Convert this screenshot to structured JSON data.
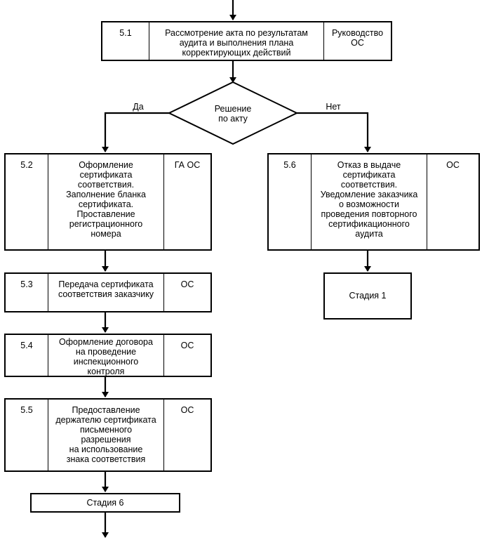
{
  "steps": {
    "s51": {
      "num": "5.1",
      "text": "Рассмотрение акта по результатам\nаудита и выполнения плана\nкорректирующих действий",
      "resp": "Руководство\nОС"
    },
    "s52": {
      "num": "5.2",
      "text": "Оформление\nсертификата\nсоответствия.\nЗаполнение бланка\nсертификата.\nПроставление\nрегистрационного\nномера",
      "resp": "ГА ОС"
    },
    "s53": {
      "num": "5.3",
      "text": "Передача сертификата\nсоответствия заказчику",
      "resp": "ОС"
    },
    "s54": {
      "num": "5.4",
      "text": "Оформление договора\nна проведение\nинспекционного\nконтроля",
      "resp": "ОС"
    },
    "s55": {
      "num": "5.5",
      "text": "Предоставление\nдержателю сертификата\nписьменного\nразрешения\nна использование\nзнака соответствия",
      "resp": "ОС"
    },
    "s56": {
      "num": "5.6",
      "text": "Отказ в выдаче\nсертификата\nсоответствия.\nУведомление заказчика\nо возможности\nпроведения повторного\nсертификационного\nаудита",
      "resp": "ОС"
    }
  },
  "decision": {
    "text": "Решение\nпо акту",
    "yes_label": "Да",
    "no_label": "Нет"
  },
  "terminals": {
    "stage1": "Стадия 1",
    "stage6": "Стадия 6"
  }
}
